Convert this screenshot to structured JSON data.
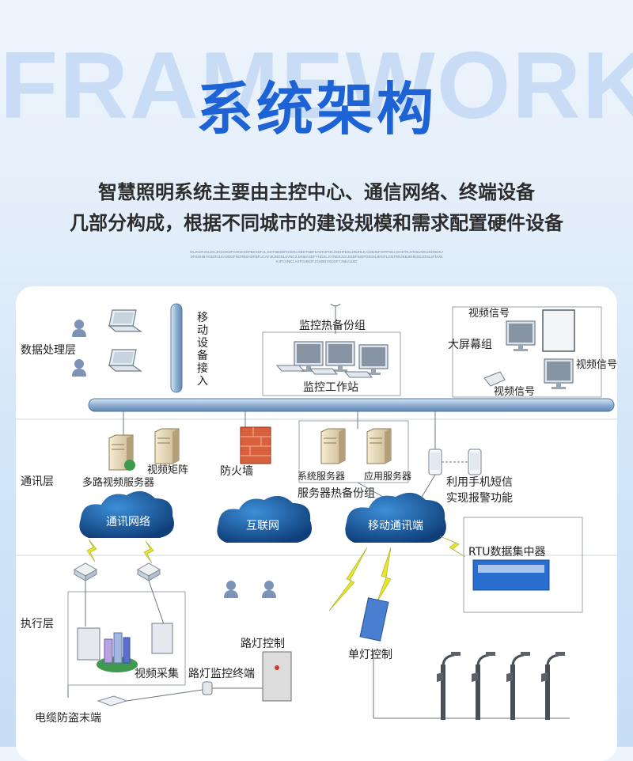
{
  "header": {
    "background_word": "FRAMEWORK",
    "title": "系统架构",
    "subtitle_line1": "智慧照明系统主要由主控中心、通信网络、终端设备",
    "subtitle_line2": "几部分构成，根据不同城市的建设规模和需求配置硬件设备",
    "fine_print": "DLJKDFJGLDS.JHGOKDFGHNKSDFBKSDFJL,SDYNBSDFHSDN,GBDTNBFSADHJFNKJSDHFDSLDBJHLE.CDBJDFOIFPSEJ,GHDTKJVOSUIOEJSDNGKJDFSGHBYKSDFJLKASDGFNCRBSHDFBFUCAFJKJNDSLSVNCX,MNBASDFYHDSL.KYNDKJVCJISDFIUDFDSGN,BFEFLGNTRNJKBJKHDSDJGNLSFDVNKJFCVNKJ,ASFGHKDFJGHBNYKDSFYJNKAUSD"
  },
  "diagram": {
    "layers": {
      "data": "数据处理层",
      "comm": "通讯层",
      "exec": "执行层"
    },
    "labels": {
      "mobile_access": [
        "移",
        "动",
        "设",
        "备",
        "接",
        "入"
      ],
      "monitor_backup": "监控热备份组",
      "monitor_station": "监控工作站",
      "video_signal_top": "视频信号",
      "big_screen": "大屏幕组",
      "video_signal_right": "视频信号",
      "video_signal_bottom": "视频信号",
      "video_matrix": "视频矩阵",
      "multi_video_server": "多路视频服务器",
      "firewall": "防火墙",
      "system_server": "系统服务器",
      "app_server": "应用服务器",
      "server_backup": "服务器热备份组",
      "sms_alarm_1": "利用手机短信",
      "sms_alarm_2": "实现报警功能",
      "rtu": "RTU数据集中器",
      "cloud_comm": "通讯网络",
      "cloud_internet": "互联网",
      "cloud_mobile": "移动通讯端",
      "video_capture": "视频采集",
      "street_ctrl": "路灯控制",
      "street_terminal": "路灯监控终端",
      "single_ctrl": "单灯控制",
      "cable_anti_theft": "电缆防盗末端"
    }
  }
}
